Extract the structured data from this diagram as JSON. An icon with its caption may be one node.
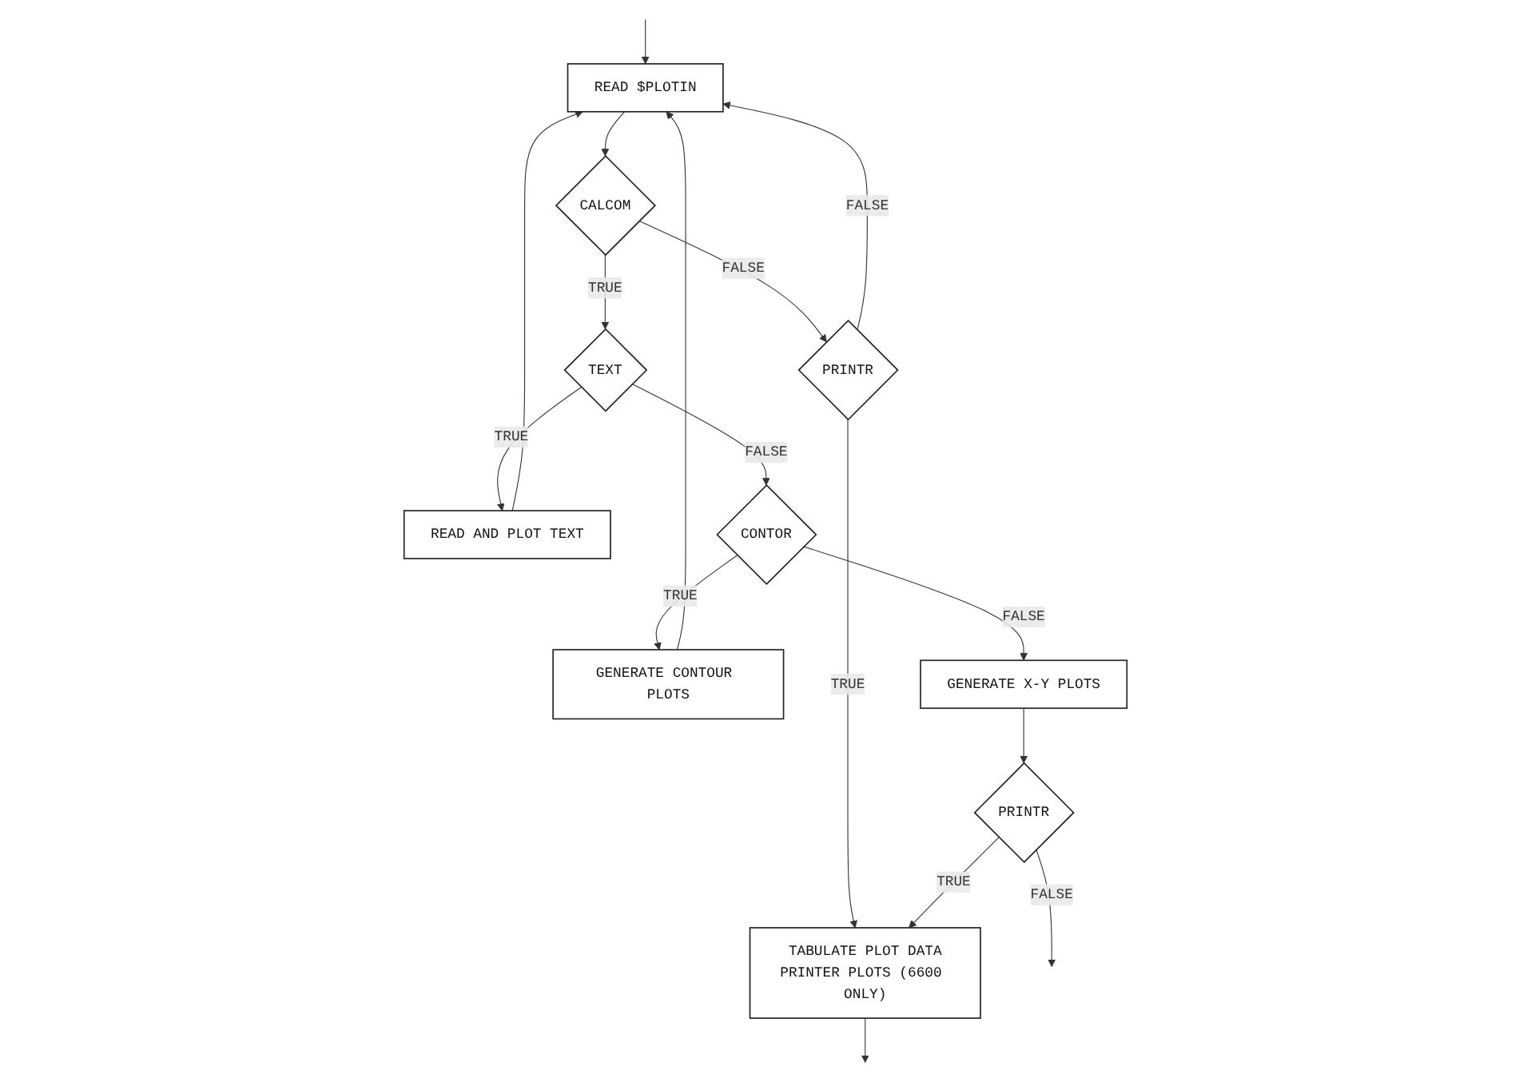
{
  "diagram": {
    "nodes": [
      {
        "text": [
          "READ $PLOTIN"
        ]
      },
      {
        "text": [
          "CALCOM"
        ]
      },
      {
        "text": [
          "PRINTR"
        ]
      },
      {
        "text": [
          "READ AND PLOT TEXT"
        ]
      },
      {
        "text": [
          "TEXT"
        ]
      },
      {
        "text": [
          "TABULATE PLOT DATA",
          "PRINTER PLOTS (6600 ONLY)"
        ]
      },
      {
        "text": [
          "GENERATE CONTOUR PLOTS"
        ]
      },
      {
        "text": [
          "CONTOR"
        ]
      },
      {
        "text": [
          "GENERATE X-Y PLOTS"
        ]
      },
      {
        "text": [
          "PRINTR"
        ]
      }
    ],
    "edges": [
      {
        "from": 0,
        "to": 1,
        "arrow": "to"
      },
      {
        "from": 1,
        "to": 4,
        "label": "TRUE",
        "arrow": "to"
      },
      {
        "from": 4,
        "to": 7,
        "label": "FALSE",
        "arrow": "to"
      },
      {
        "from": 7,
        "to": 8,
        "label": "FALSE",
        "arrow": "to"
      },
      {
        "from": 8,
        "to": 9,
        "arrow": "to"
      },
      {
        "from": 4,
        "to": 3,
        "label": "TRUE",
        "arrow": "to"
      },
      {
        "from": 7,
        "to": 6,
        "label": "TRUE",
        "arrow": "to"
      },
      {
        "from": 1,
        "to": 2,
        "label": "FALSE",
        "arrow": "to"
      },
      {
        "from": 2,
        "to": 5,
        "label": "TRUE",
        "arrow": "to"
      },
      {
        "from": 9,
        "to": 5,
        "label": "TRUE",
        "arrow": "to"
      },
      {
        "from": 2,
        "to": 0,
        "label": "FALSE",
        "arrow": "to"
      },
      {
        "from": 3,
        "to": 0,
        "arrow": "to"
      },
      {
        "from": 6,
        "to": 0,
        "arrow": "to"
      },
      {
        "from": null,
        "to": 0,
        "arrow": "to"
      },
      {
        "from": 5,
        "to": null,
        "arrow": "to"
      },
      {
        "from": 9,
        "to": null,
        "label": "FALSE",
        "arrow": "to"
      }
    ]
  }
}
